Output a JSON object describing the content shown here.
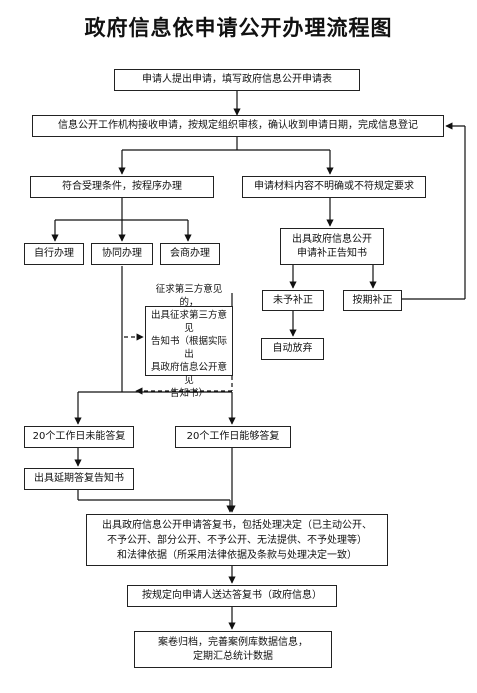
{
  "title": "政府信息依申请公开办理流程图",
  "steps": {
    "apply": "申请人提出申请，填写政府信息公开申请表",
    "receive": "信息公开工作机构接收申请，按规定组织审核，确认收到申请日期，完成信息登记",
    "accept": "符合受理条件，按程序办理",
    "unclear": "申请材料内容不明确或不符规定要求",
    "self": "自行办理",
    "coop": "协同办理",
    "consult": "会商办理",
    "notice_fix": "出具政府信息公开\n申请补正告知书",
    "no_fix": "未予补正",
    "fixed": "按期补正",
    "abandon": "自动放弃",
    "third_party": "征求第三方意见的，\n出具征求第三方意见\n告知书（根据实际出\n具政府信息公开意见\n告知书）",
    "not_in_20": "20个工作日未能答复",
    "in_20": "20个工作日能够答复",
    "extend": "出具延期答复告知书",
    "reply": "出具政府信息公开申请答复书，包括处理决定（已主动公开、\n不予公开、部分公开、不予公开、无法提供、不予处理等）\n和法律依据（所采用法律依据及条款与处理决定一致）",
    "deliver": "按规定向申请人送达答复书（政府信息）",
    "archive": "案卷归档，完善案例库数据信息，\n定期汇总统计数据"
  }
}
